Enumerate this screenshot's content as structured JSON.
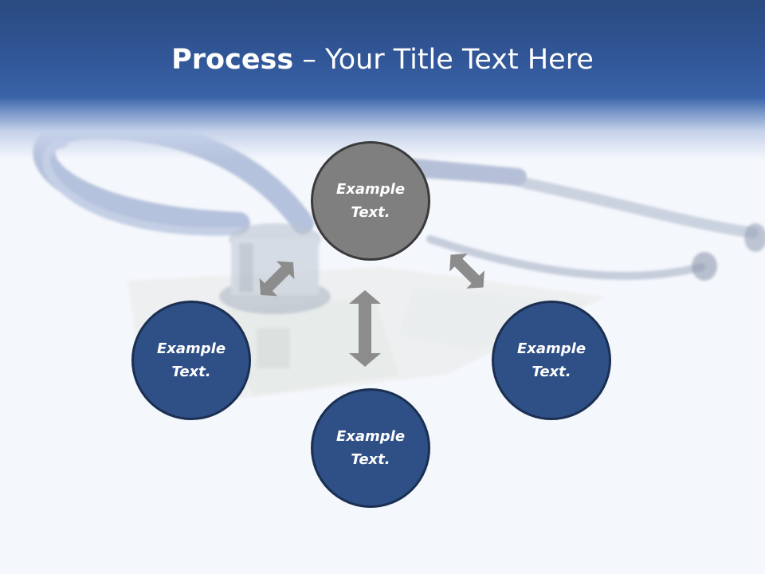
{
  "slide": {
    "title_bold": "Process",
    "title_rest": " – Your Title Text Here"
  },
  "colors": {
    "header": "#32589a",
    "center_node": "#7f7f7f",
    "outer_node": "#2e5086",
    "arrow": "#8c8c8c"
  },
  "nodes": [
    {
      "id": "top",
      "label": "Example Text.",
      "style": "gray"
    },
    {
      "id": "left",
      "label": "Example Text.",
      "style": "blue"
    },
    {
      "id": "bottom",
      "label": "Example Text.",
      "style": "blue"
    },
    {
      "id": "right",
      "label": "Example Text.",
      "style": "blue"
    }
  ],
  "arrows": [
    {
      "from": "top",
      "to": "left",
      "type": "double"
    },
    {
      "from": "top",
      "to": "right",
      "type": "double"
    },
    {
      "from": "top",
      "to": "bottom",
      "type": "double"
    }
  ]
}
